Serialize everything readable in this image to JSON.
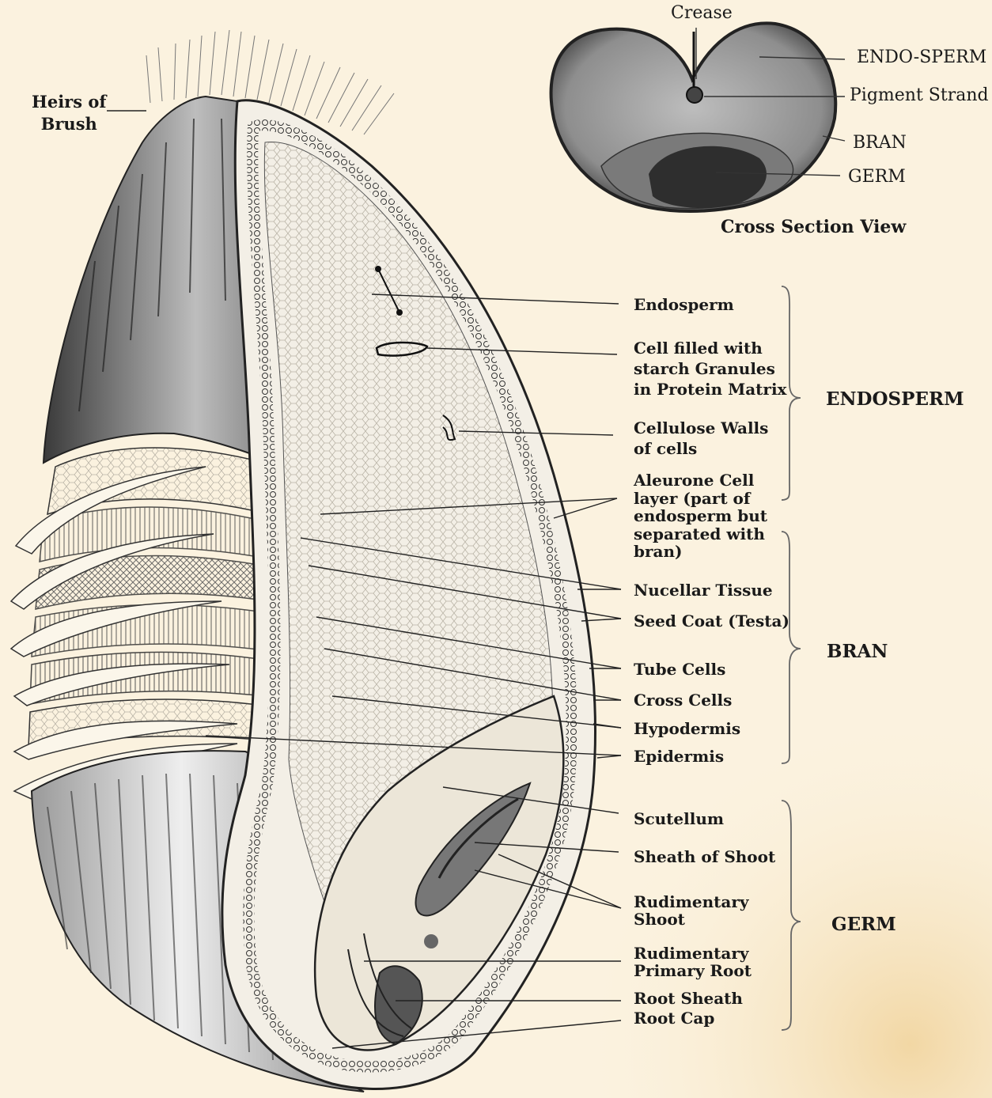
{
  "brush_label": "Heirs of\nBrush",
  "cross_section": {
    "caption": "Cross Section View",
    "labels": {
      "crease": "Crease",
      "endosperm": "ENDO-SPERM",
      "pigment_strand": "Pigment Strand",
      "bran": "BRAN",
      "germ": "GERM"
    }
  },
  "groups": {
    "endosperm": "ENDOSPERM",
    "bran": "BRAN",
    "germ": "GERM"
  },
  "labels": {
    "endosperm": "Endosperm",
    "starch_cell": "Cell filled with\nstarch Granules\nin Protein Matrix",
    "cellulose_walls": "Cellulose Walls\nof cells",
    "aleurone": "Aleurone Cell\nlayer (part of\nendosperm but\nseparated with\nbran)",
    "nucellar": "Nucellar Tissue",
    "seed_coat": "Seed Coat (Testa)",
    "tube_cells": "Tube Cells",
    "cross_cells": "Cross Cells",
    "hypodermis": "Hypodermis",
    "epidermis": "Epidermis",
    "scutellum": "Scutellum",
    "sheath_shoot": "Sheath of Shoot",
    "rud_shoot": "Rudimentary\nShoot",
    "rud_root": "Rudimentary\nPrimary Root",
    "root_sheath": "Root Sheath",
    "root_cap": "Root Cap"
  }
}
